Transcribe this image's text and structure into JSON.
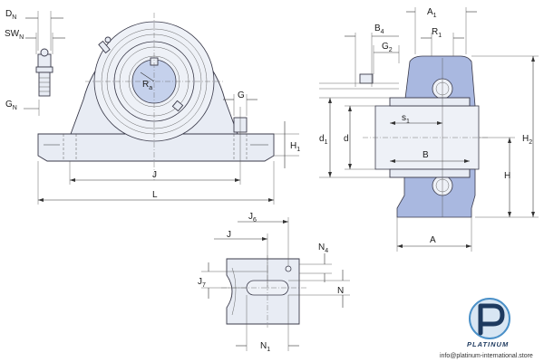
{
  "drawing": {
    "front_view": {
      "dn": "D",
      "dn_sub": "N",
      "swn": "SW",
      "swn_sub": "N",
      "gn": "G",
      "gn_sub": "N",
      "ra": "R",
      "ra_sub": "a",
      "g": "G",
      "h1": "H",
      "h1_sub": "1",
      "j": "J",
      "l": "L"
    },
    "section_view": {
      "a1": "A",
      "a1_sub": "1",
      "b4": "B",
      "b4_sub": "4",
      "g2": "G",
      "g2_sub": "2",
      "r1": "R",
      "r1_sub": "1",
      "d1": "d",
      "d1_sub": "1",
      "d": "d",
      "s1": "s",
      "s1_sub": "1",
      "b": "B",
      "h2": "H",
      "h2_sub": "2",
      "h": "H",
      "a": "A"
    },
    "base_detail": {
      "j6": "J",
      "j6_sub": "6",
      "j": "J",
      "n4": "N",
      "n4_sub": "4",
      "j7": "J",
      "j7_sub": "7",
      "n": "N",
      "n1": "N",
      "n1_sub": "1"
    }
  },
  "watermark": {
    "brand": "PLATINUM",
    "url": "info@platinum-international.store",
    "logo_colors": {
      "dark": "#1e3a5f",
      "light": "#4a90c8"
    }
  }
}
